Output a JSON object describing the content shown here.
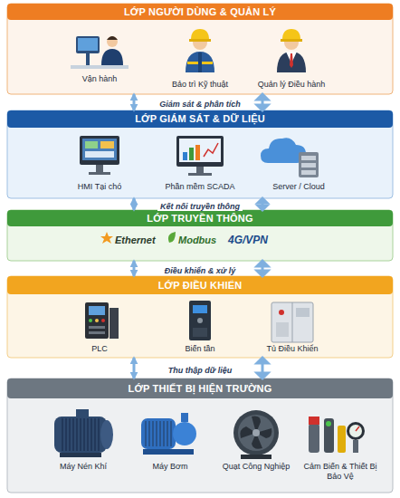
{
  "diagram": {
    "nodes": [
      {
        "text": [
          "LỚP NGƯỜI DÙNG & QUẢN LÝ"
        ]
      },
      {
        "text": [
          "Vận hành"
        ],
        "in": 0
      },
      {
        "text": [
          "Bảo trì Kỹ thuật"
        ],
        "in": 0
      },
      {
        "text": [
          "Quản lý Điều hành"
        ],
        "in": 0
      },
      {
        "text": [
          "LỚP GIÁM SÁT & DỮ LIỆU"
        ]
      },
      {
        "text": [
          "HMI Tại chó"
        ],
        "in": 4
      },
      {
        "text": [
          "Phần mềm SCADA"
        ],
        "in": 4
      },
      {
        "text": [
          "Server / Cloud"
        ],
        "in": 4
      },
      {
        "text": [
          "LỚP TRUYỀN THÔNG"
        ]
      },
      {
        "text": [
          "LỚP ĐIỀU KHIỂN"
        ]
      },
      {
        "text": [
          "PLC"
        ],
        "in": 9
      },
      {
        "text": [
          "Biến tần"
        ],
        "in": 9
      },
      {
        "text": [
          "Tủ Điều Khiển"
        ],
        "in": 9
      },
      {
        "text": [
          "LỚP THIẾT BỊ HIỆN TRƯỜNG"
        ]
      },
      {
        "text": [
          "Máy Nén Khí"
        ],
        "in": 13
      },
      {
        "text": [
          "Máy Bơm"
        ],
        "in": 13
      },
      {
        "text": [
          "Quạt Công Nghiệp"
        ],
        "in": 13
      },
      {
        "text": [
          "Cảm Biến & Thiết Bị Bảo Vệ"
        ],
        "in": 13
      }
    ],
    "edges": [
      {
        "from": 0,
        "to": 4,
        "label": "Giám sát & phân tích",
        "arrow": "both"
      },
      {
        "from": 4,
        "to": 8,
        "label": "Kết nối truyền thông",
        "arrow": "both"
      },
      {
        "from": 8,
        "to": 9,
        "label": "Điều khiển & xử lý",
        "arrow": "both"
      },
      {
        "from": 9,
        "to": 13,
        "label": "Thu thập dữ liệu",
        "arrow": "both"
      }
    ],
    "labels": [
      "Ethernet",
      "Modbus",
      "4G/VPN"
    ]
  }
}
